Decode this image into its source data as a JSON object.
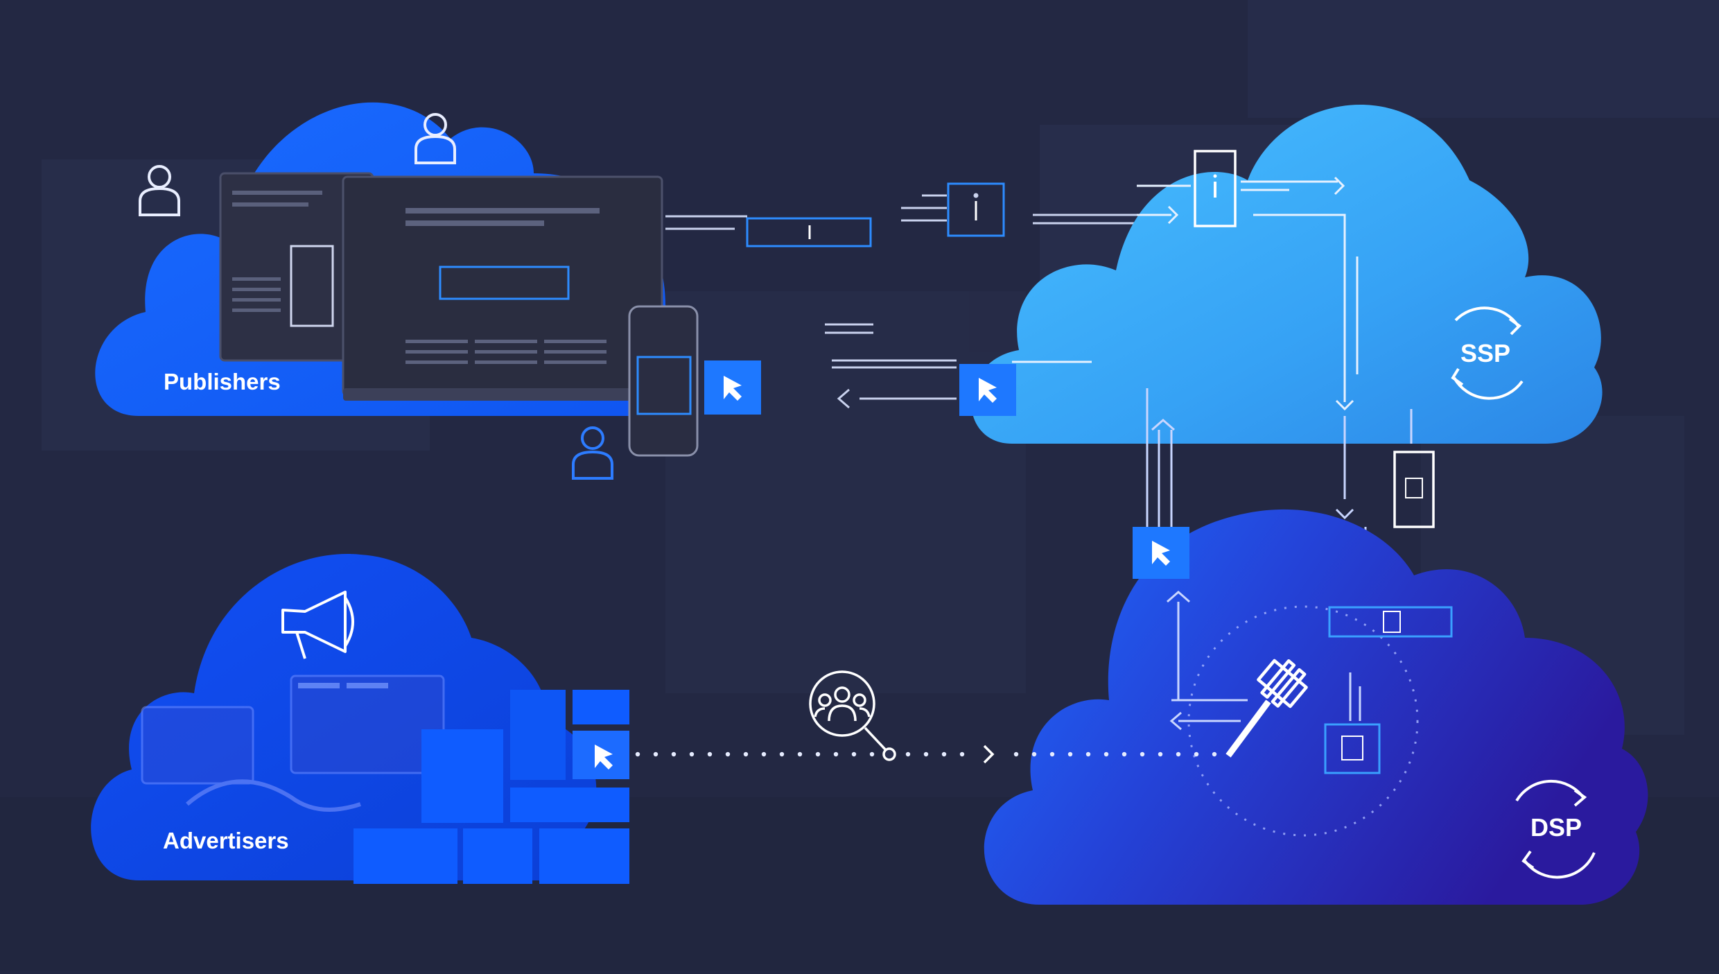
{
  "clouds": {
    "publishers": {
      "label": "Publishers"
    },
    "advertisers": {
      "label": "Advertisers"
    },
    "ssp": {
      "label": "SSP"
    },
    "dsp": {
      "label": "DSP"
    }
  },
  "colors": {
    "background": "#232843",
    "publisher_blue": "#1565ff",
    "ssp_cyan": "#3fb2ff",
    "dsp_indigo": "#2a1fb0",
    "advertiser_blue": "#0a4df2",
    "tile_blue": "#0f5cff",
    "line_white": "#dfe6ff"
  },
  "icons": [
    "user-icon",
    "laptop-icon",
    "smartphone-icon",
    "cursor-badge-icon",
    "info-card-icon",
    "megaphone-icon",
    "audience-search-icon",
    "gavel-icon",
    "barcode-icon",
    "sync-arrows-icon"
  ]
}
